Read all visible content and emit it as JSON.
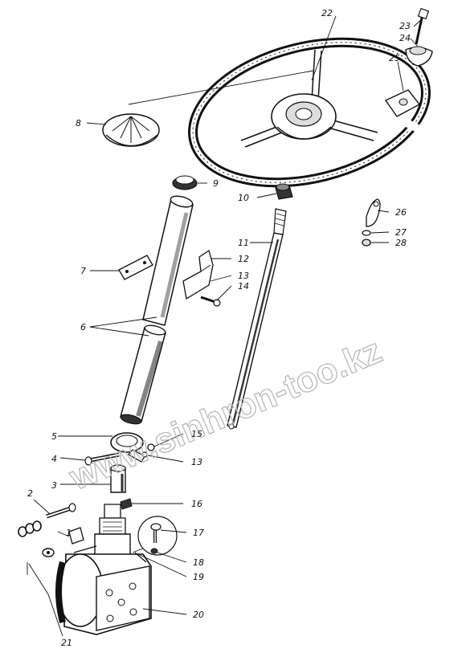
{
  "watermark": "www.sinhron-too.kz",
  "callouts": [
    {
      "id": "c1",
      "label": "1"
    },
    {
      "id": "c2",
      "label": "2"
    },
    {
      "id": "c3",
      "label": "3"
    },
    {
      "id": "c4",
      "label": "4"
    },
    {
      "id": "c5",
      "label": "5"
    },
    {
      "id": "c6",
      "label": "6"
    },
    {
      "id": "c7",
      "label": "7"
    },
    {
      "id": "c8",
      "label": "8"
    },
    {
      "id": "c9",
      "label": "9"
    },
    {
      "id": "c10",
      "label": "10"
    },
    {
      "id": "c11",
      "label": "11"
    },
    {
      "id": "c12",
      "label": "12"
    },
    {
      "id": "c13a",
      "label": "13"
    },
    {
      "id": "c14",
      "label": "14"
    },
    {
      "id": "c15",
      "label": "15"
    },
    {
      "id": "c13b",
      "label": "13"
    },
    {
      "id": "c16",
      "label": "16"
    },
    {
      "id": "c17",
      "label": "17"
    },
    {
      "id": "c18",
      "label": "18"
    },
    {
      "id": "c19",
      "label": "19"
    },
    {
      "id": "c20",
      "label": "20"
    },
    {
      "id": "c21",
      "label": "21"
    },
    {
      "id": "c22",
      "label": "22"
    },
    {
      "id": "c23",
      "label": "23"
    },
    {
      "id": "c24",
      "label": "24"
    },
    {
      "id": "c25",
      "label": "25"
    },
    {
      "id": "c26",
      "label": "26"
    },
    {
      "id": "c27",
      "label": "27"
    },
    {
      "id": "c28",
      "label": "28"
    }
  ]
}
